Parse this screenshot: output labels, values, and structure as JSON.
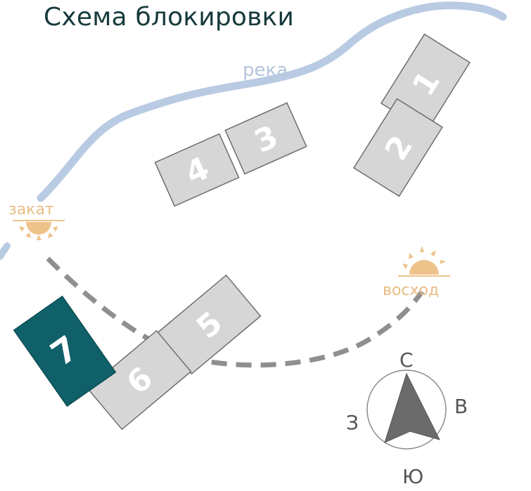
{
  "title": "Схема блокировки",
  "river": {
    "label": "река",
    "color": "#b9cbe3"
  },
  "sun": {
    "sunset_label": "закат",
    "sunrise_label": "восход",
    "color": "#eec38a"
  },
  "sun_path": {
    "color": "#8f8f8f",
    "style": "dashed"
  },
  "buildings": [
    {
      "number": "1",
      "selected": false
    },
    {
      "number": "2",
      "selected": false
    },
    {
      "number": "3",
      "selected": false
    },
    {
      "number": "4",
      "selected": false
    },
    {
      "number": "5",
      "selected": false
    },
    {
      "number": "6",
      "selected": false
    },
    {
      "number": "7",
      "selected": true
    }
  ],
  "colors": {
    "building_fill": "#d6d6d6",
    "building_stroke": "#6e6e6e",
    "selected_fill": "#0f6068",
    "title": "#173a3c"
  },
  "compass": {
    "north": "С",
    "east": "В",
    "south": "Ю",
    "west": "З",
    "arrow_color": "#6b6b6b"
  }
}
